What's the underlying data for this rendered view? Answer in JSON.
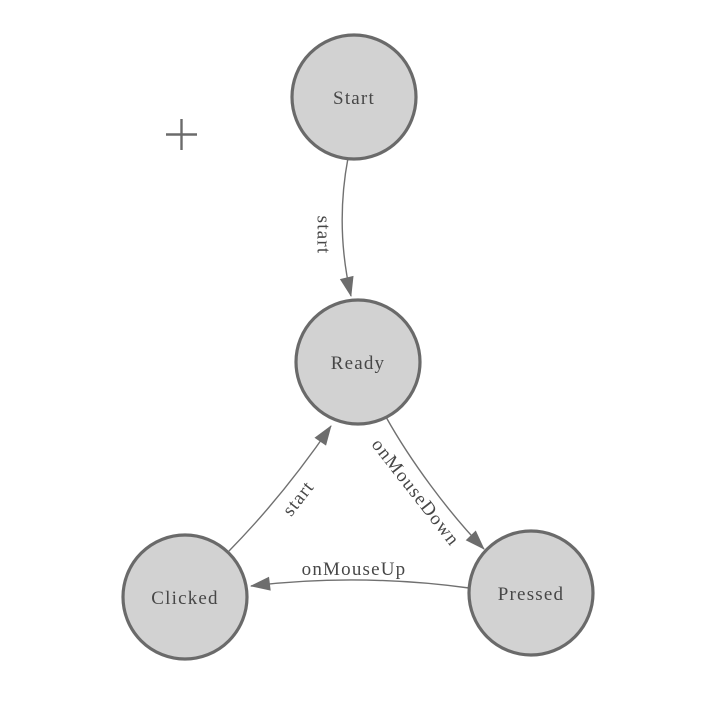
{
  "diagram": {
    "kind": "finite-state-machine",
    "nodes": [
      {
        "id": "start",
        "label": "Start"
      },
      {
        "id": "ready",
        "label": "Ready"
      },
      {
        "id": "clicked",
        "label": "Clicked"
      },
      {
        "id": "pressed",
        "label": "Pressed"
      }
    ],
    "edges": [
      {
        "from": "start",
        "to": "ready",
        "label": "start"
      },
      {
        "from": "ready",
        "to": "pressed",
        "label": "onMouseDown"
      },
      {
        "from": "pressed",
        "to": "clicked",
        "label": "onMouseUp"
      },
      {
        "from": "clicked",
        "to": "ready",
        "label": "start"
      }
    ]
  },
  "icons": {
    "crosshair": "plus-crosshair",
    "arrowhead": "solid-triangle"
  },
  "colors": {
    "background": "#ffffff",
    "node_fill": "#d2d2d2",
    "node_stroke": "#6a6a6a",
    "edge_stroke": "#707070",
    "arrowhead_fill": "#6d6d6d",
    "label_text": "#474747",
    "crosshair": "#6b6b6b"
  }
}
